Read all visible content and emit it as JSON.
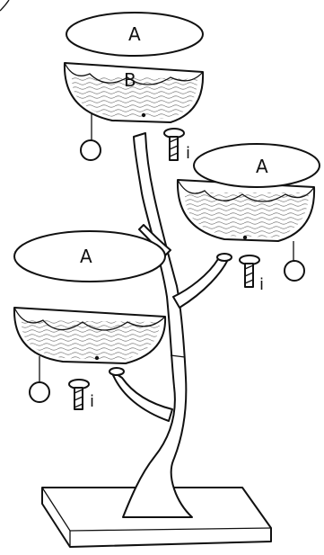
{
  "labels": {
    "cushion": "A",
    "bowl": "B",
    "screw": "i"
  }
}
